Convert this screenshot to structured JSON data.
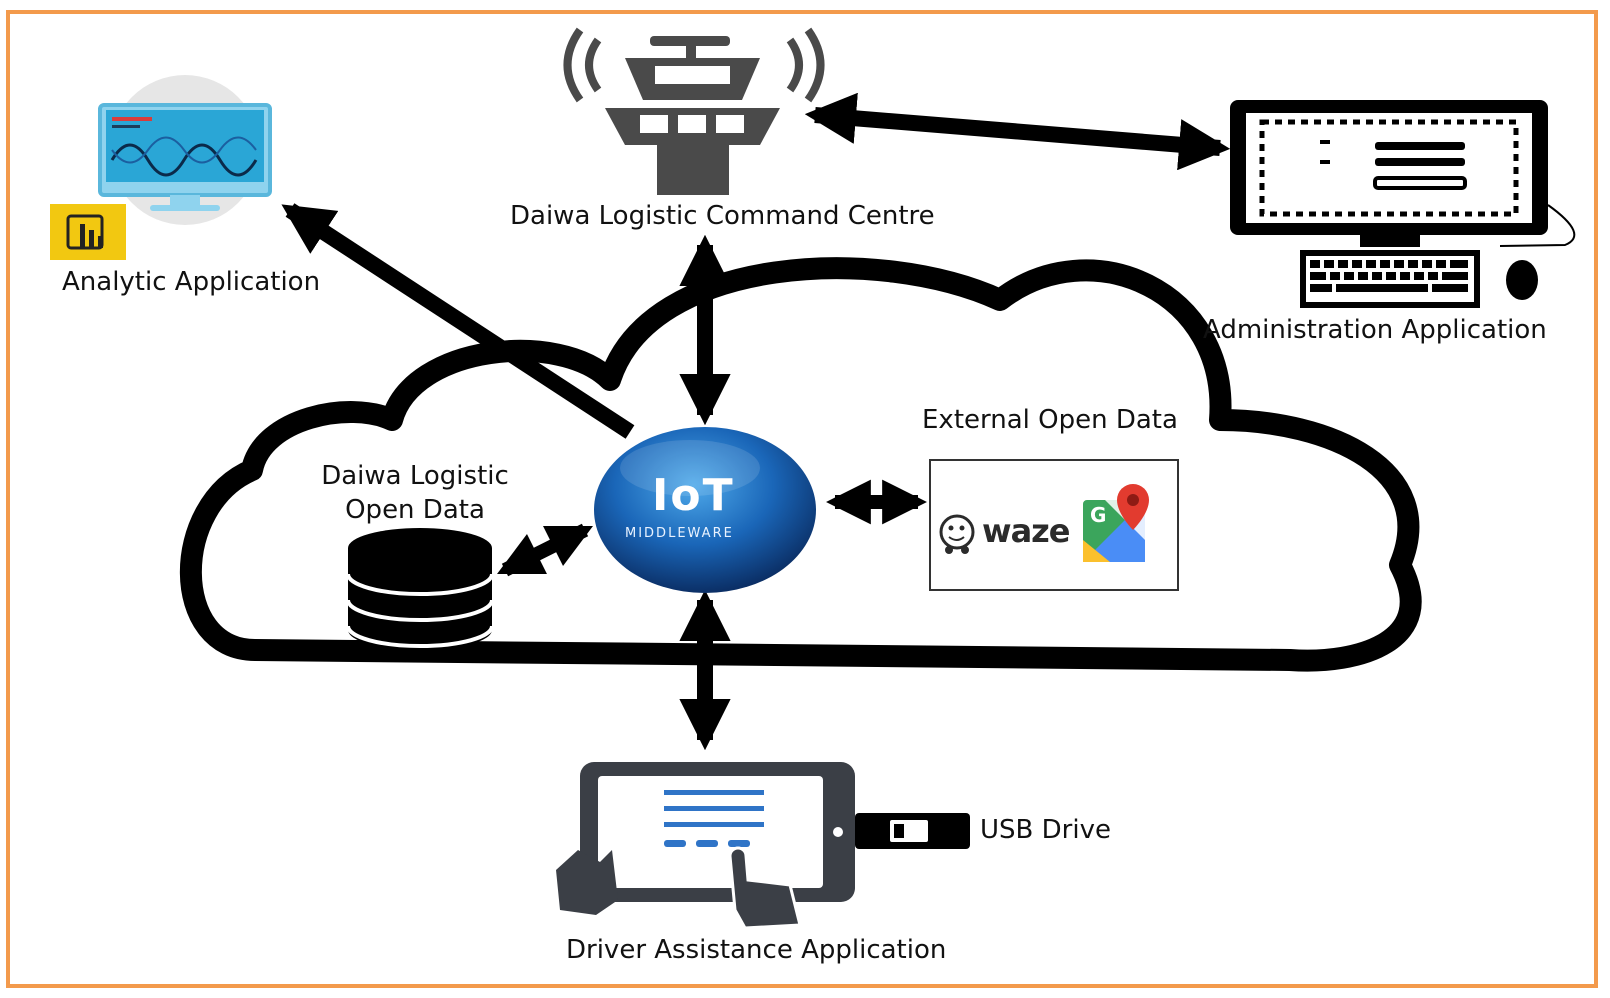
{
  "labels": {
    "command_centre": "Daiwa Logistic Command Centre",
    "analytic": "Analytic Application",
    "administration": "Administration Application",
    "open_data_line1": "Daiwa Logistic",
    "open_data_line2": "Open Data",
    "external_open_data": "External Open Data",
    "usb_drive": "USB Drive",
    "driver_assistance": "Driver Assistance Application"
  },
  "iot": {
    "title": "IoT",
    "subtitle": "MIDDLEWARE"
  },
  "external_services": {
    "waze": "waze",
    "google_maps_letter": "G"
  },
  "icons": {
    "command_tower": "control-tower-icon",
    "analytics_monitor": "analytics-monitor-icon",
    "power_bi": "power-bi-icon",
    "admin_computer": "desktop-computer-icon",
    "database": "database-icon",
    "waze": "waze-icon",
    "google_maps": "google-maps-icon",
    "tablet": "tablet-icon",
    "usb": "usb-drive-icon"
  },
  "colors": {
    "frame": "#f39a4c",
    "iot_blue": "#1a66b8",
    "power_bi_yellow": "#f2c811",
    "tablet_blue": "#2f74c7",
    "waze_teal": "#33ccff",
    "maps_red": "#e23b2f"
  }
}
